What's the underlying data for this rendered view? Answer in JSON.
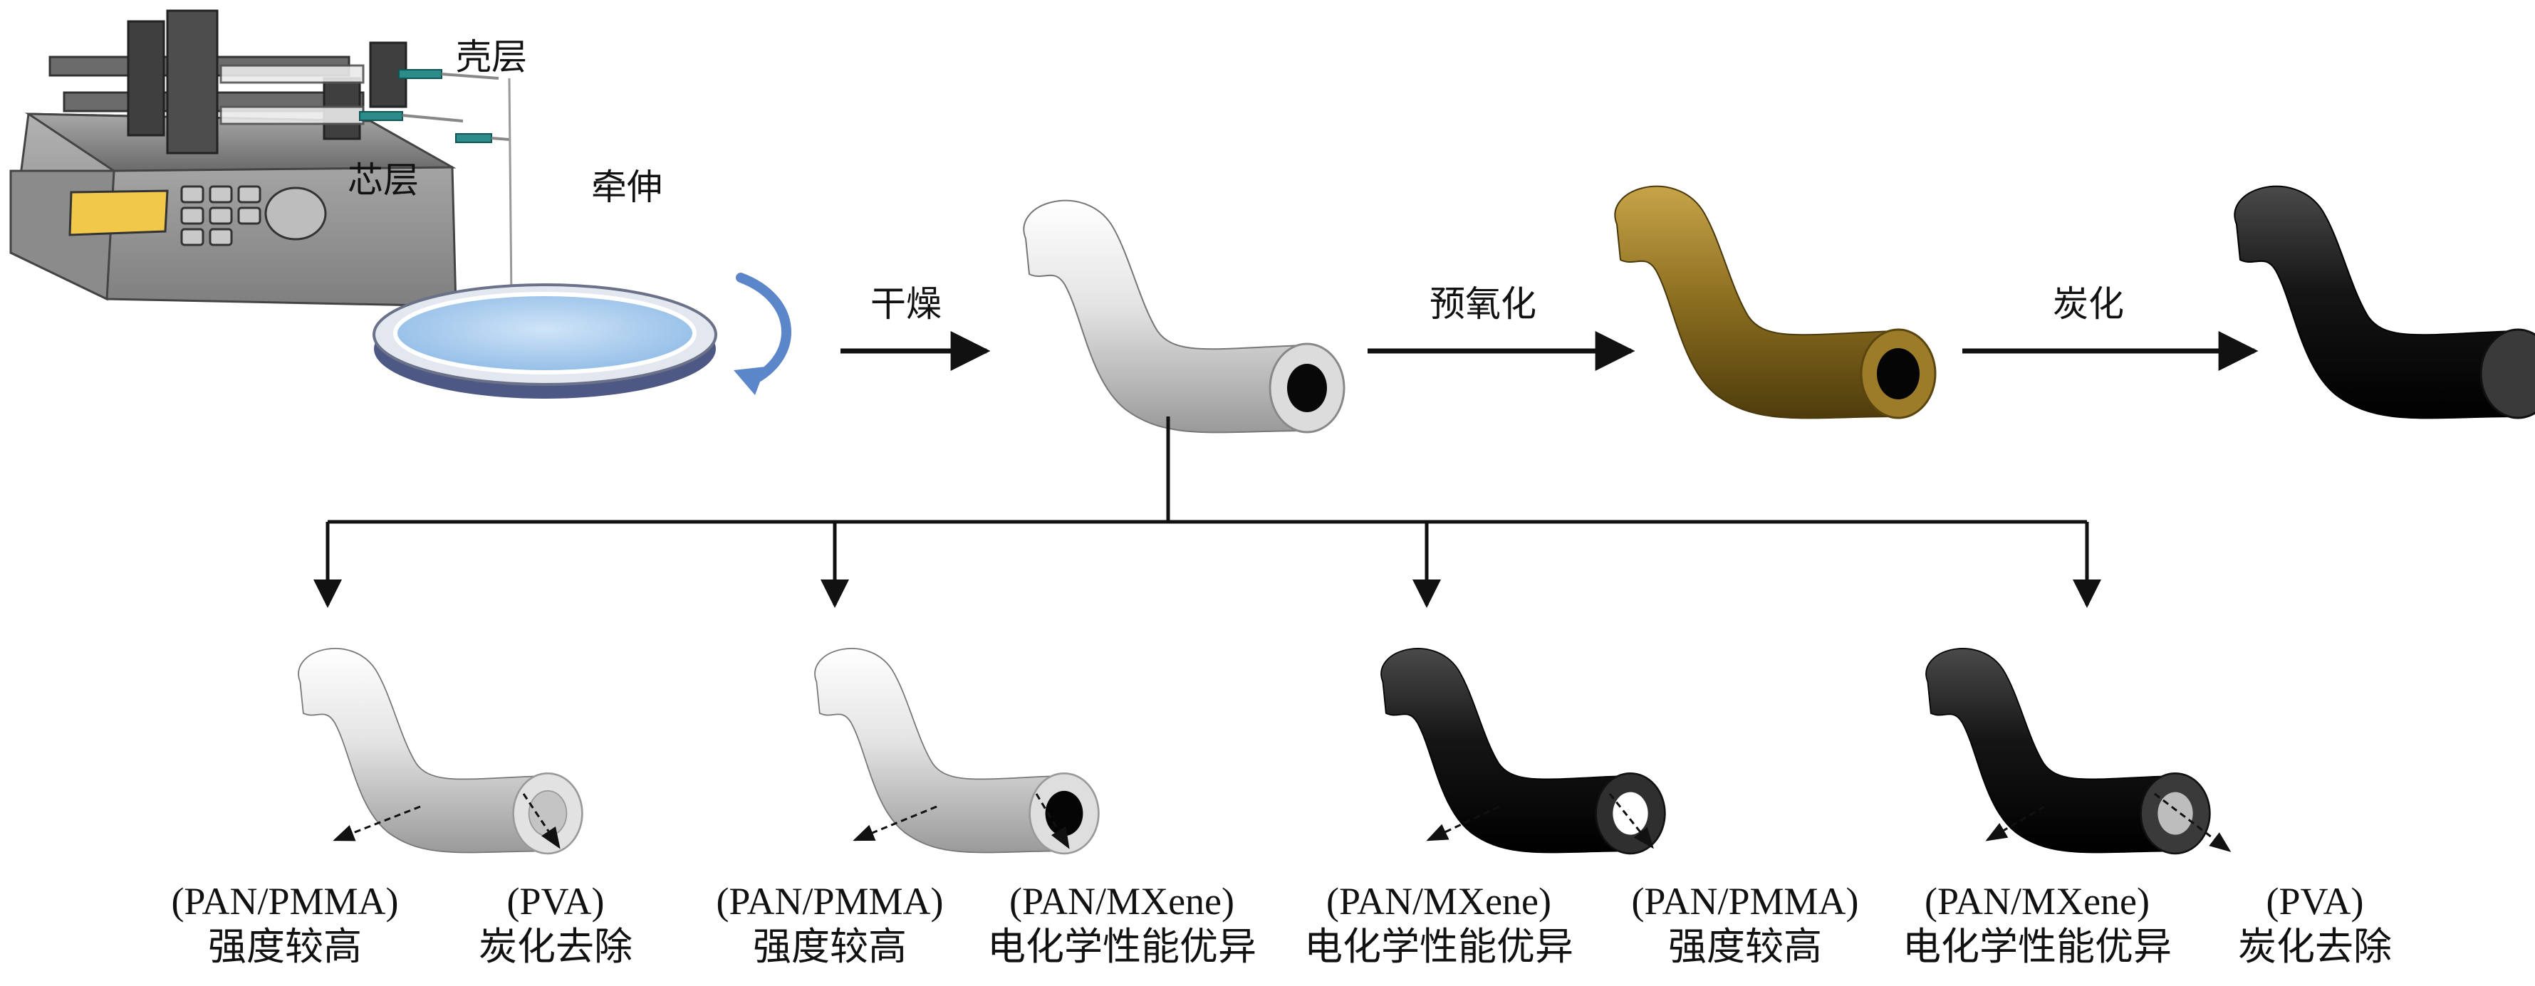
{
  "top": {
    "shell_label": "壳层",
    "core_label": "芯层",
    "draw_label": "牵伸",
    "dry_label": "干燥",
    "preox_label": "预氧化",
    "carb_label": "炭化"
  },
  "bottom": [
    {
      "left_line1": "(PAN/PMMA)",
      "left_line2": "强度较高",
      "right_line1": "(PVA)",
      "right_line2": "炭化去除"
    },
    {
      "left_line1": "(PAN/PMMA)",
      "left_line2": "强度较高",
      "right_line1": "(PAN/MXene)",
      "right_line2": "电化学性能优异"
    },
    {
      "left_line1": "(PAN/MXene)",
      "left_line2": "电化学性能优异",
      "right_line1": "(PAN/PMMA)",
      "right_line2": "强度较高"
    },
    {
      "left_line1": "(PAN/MXene)",
      "left_line2": "电化学性能优异",
      "right_line1": "(PVA)",
      "right_line2": "炭化去除"
    }
  ],
  "colors": {
    "white_fiber": "#e9e9e9",
    "gold_fiber": "#8a6d1f",
    "black_fiber": "#1a1a1a",
    "pump_body": "#7d7d7d",
    "display": "#f2c84b",
    "bath_liquid": "#a9cdee",
    "rotation_arrow": "#5b86c9"
  }
}
